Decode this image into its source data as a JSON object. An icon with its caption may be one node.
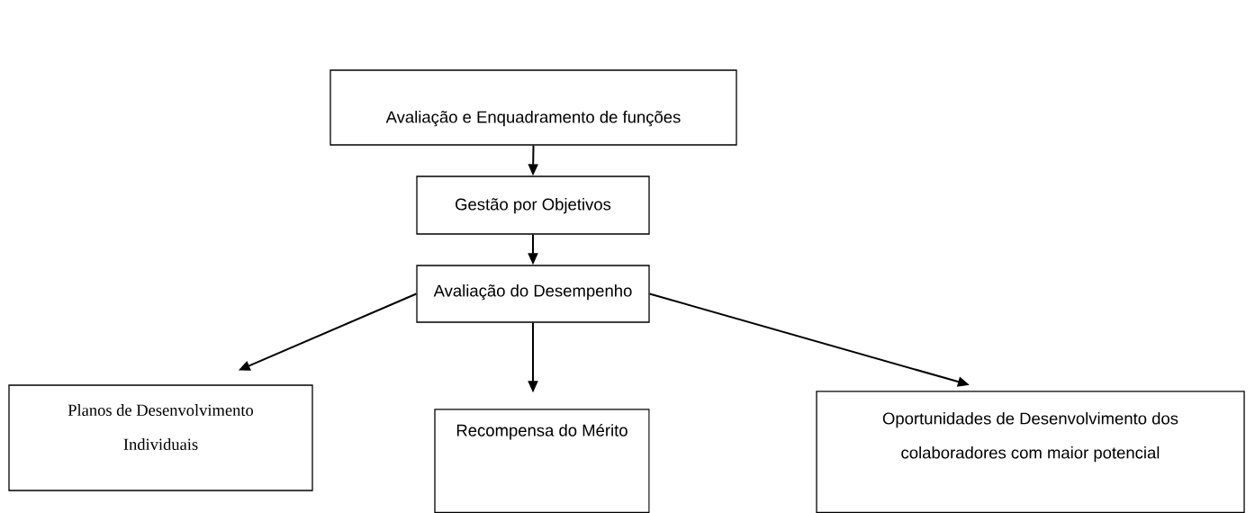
{
  "diagram": {
    "nodes": [
      {
        "text": [
          "Avaliação e Enquadramento de funções"
        ]
      },
      {
        "text": [
          "Gestão por Objetivos"
        ]
      },
      {
        "text": [
          "Avaliação do Desempenho"
        ]
      },
      {
        "text": [
          "Planos de Desenvolvimento Individuais"
        ]
      },
      {
        "text": [
          "Recompensa do Mérito"
        ]
      },
      {
        "text": [
          "Oportunidades de Desenvolvimento dos colaboradores com maior potencial"
        ]
      }
    ],
    "edges": [
      {
        "from": 0,
        "to": 1,
        "arrow": "to"
      },
      {
        "from": 1,
        "to": 2,
        "arrow": "to"
      },
      {
        "from": 2,
        "to": 3,
        "arrow": "to"
      },
      {
        "from": 2,
        "to": 4,
        "arrow": "to"
      },
      {
        "from": 2,
        "to": 5,
        "arrow": "to"
      }
    ]
  }
}
